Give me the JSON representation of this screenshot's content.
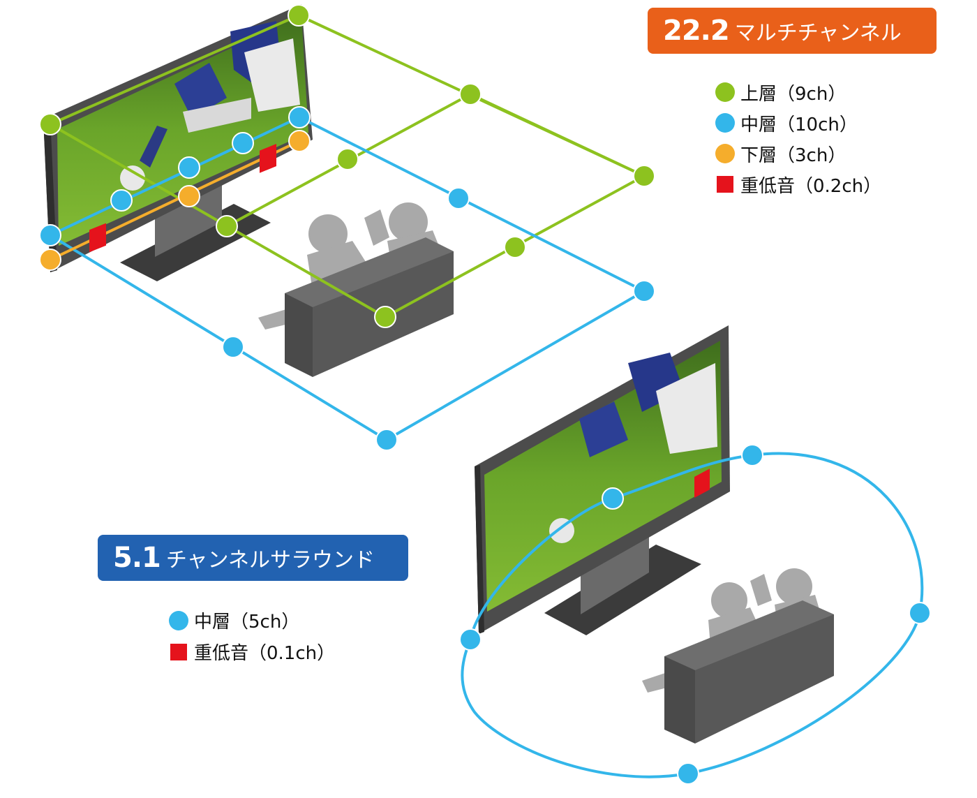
{
  "colors": {
    "upper": "#8dc21f",
    "middle": "#33b6ea",
    "lower": "#f5ad2c",
    "sub": "#e5131c",
    "badge_222": "#e9601a",
    "badge_51": "#2262b1",
    "tv_frame": "#505050",
    "sofa": "#565656",
    "viewer": "#a9a9a9"
  },
  "system_222": {
    "title_number": "22.2",
    "title_text": "マルチチャンネル",
    "legend": [
      {
        "shape": "dot",
        "color_key": "upper",
        "label": "上層（9ch）"
      },
      {
        "shape": "dot",
        "color_key": "middle",
        "label": "中層（10ch）"
      },
      {
        "shape": "dot",
        "color_key": "lower",
        "label": "下層（3ch）"
      },
      {
        "shape": "square",
        "color_key": "sub",
        "label": "重低音（0.2ch）"
      }
    ]
  },
  "system_51": {
    "title_number": "5.1",
    "title_text": "チャンネルサラウンド",
    "legend": [
      {
        "shape": "dot",
        "color_key": "middle",
        "label": "中層（5ch）"
      },
      {
        "shape": "square",
        "color_key": "sub",
        "label": "重低音（0.1ch）"
      }
    ]
  }
}
